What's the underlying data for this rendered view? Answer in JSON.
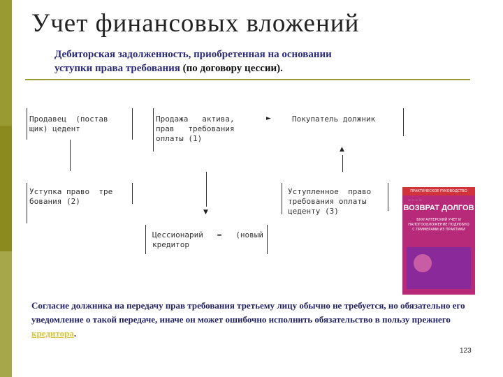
{
  "title": "Учет финансовых вложений",
  "subtitle": {
    "line1": "Дебиторская задолженность, приобретенная на основании",
    "line2_bold": "уступки права требования ",
    "line2_plain": "(по договору цессии)."
  },
  "diagram": {
    "box1": "Продавец  (постав\nщик) цедент",
    "box2": "Продажа   актива,\nправ   требования\nоплаты (1)",
    "box3": "Покупатель должник",
    "box4": "Уступка право  тре\nбования (2)",
    "box5": "Уступленное  право\nтребования оплаты\nцеденту (3)",
    "box6": "Цессионарий   =   (новый\nкредитор"
  },
  "book": {
    "band": "ПРАКТИЧЕСКОЕ РУКОВОДСТВО",
    "title": "ВОЗВРАТ ДОЛГОВ",
    "subtitle": "БУХГАЛТЕРСКИЙ УЧЕТ И НАЛОГООБЛОЖЕНИЕ ПОДРОБНО С ПРИМЕРАМИ ИЗ ПРАКТИКИ"
  },
  "body": {
    "text_before_link": "Согласие должника на передачу прав требования третьему лицу обычно не требуется, но обязательно его уведомление о такой передаче, иначе он может ошибочно исполнить обязательство в пользу прежнего ",
    "link": "кредитора",
    "text_after_link": "."
  },
  "page_number": "123",
  "colors": {
    "side_bar": "#9a9a33",
    "rule": "#9a9a33",
    "subtitle": "#2a2a7a",
    "link": "#d6c23a",
    "book": "#b72a7a"
  }
}
